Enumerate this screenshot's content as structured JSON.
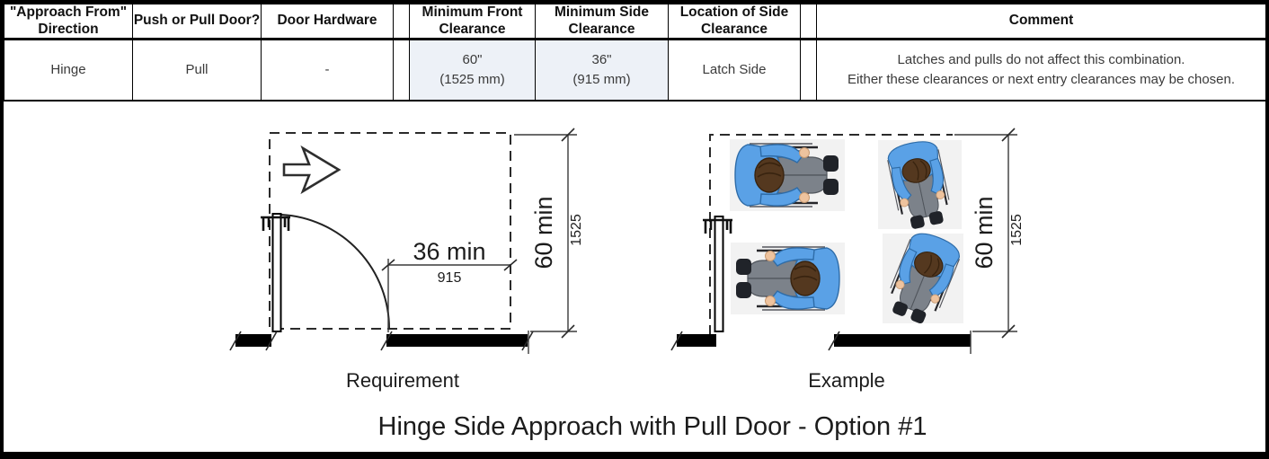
{
  "table": {
    "headers": {
      "approach": "\"Approach From\" Direction",
      "push_pull": "Push or Pull Door?",
      "hardware": "Door Hardware",
      "min_front": "Minimum Front Clearance",
      "min_side": "Minimum Side Clearance",
      "location": "Location of Side Clearance",
      "comment": "Comment"
    },
    "row": {
      "approach": "Hinge",
      "push_pull": "Pull",
      "hardware": "-",
      "front_value": "60\"",
      "front_mm": "(1525 mm)",
      "side_value": "36\"",
      "side_mm": "(915 mm)",
      "location": "Latch Side",
      "comment_line1": "Latches and pulls do not affect this combination.",
      "comment_line2": "Either these clearances or next entry clearances may be chosen."
    }
  },
  "diagrams": {
    "requirement": {
      "label": "Requirement",
      "width_dim_imperial": "36 min",
      "width_dim_metric": "915",
      "height_dim_imperial": "60 min",
      "height_dim_metric": "1525"
    },
    "example": {
      "label": "Example",
      "height_dim_imperial": "60 min",
      "height_dim_metric": "1525"
    },
    "title": "Hinge Side Approach with Pull Door - Option #1"
  },
  "colors": {
    "clearance_cell_highlight": "#edf1f7",
    "table_border": "#000000",
    "wheelchair_shirt_blue": "#5aa1e6",
    "wheelchair_frame_red": "#7e2230"
  }
}
